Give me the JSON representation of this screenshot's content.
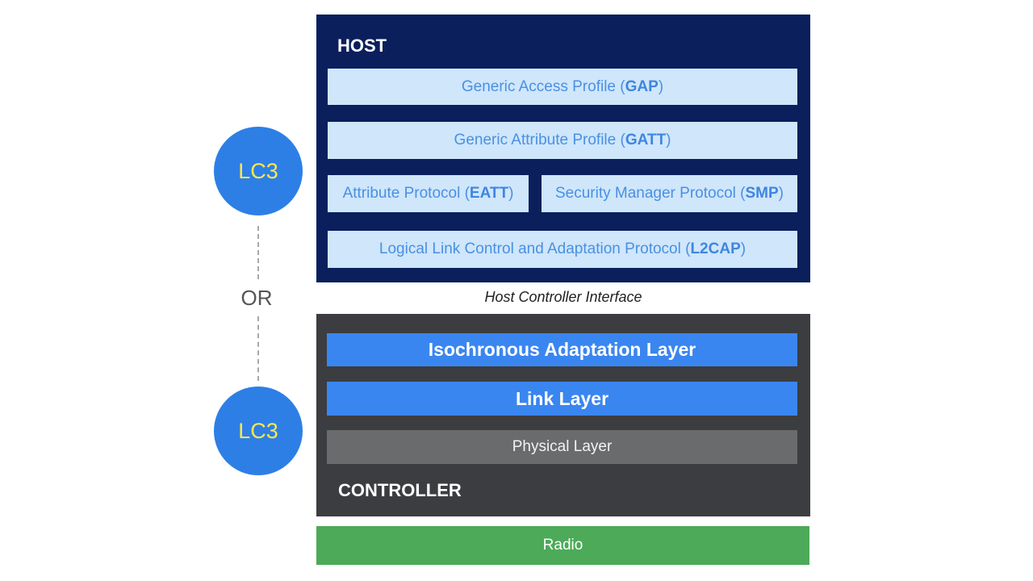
{
  "host": {
    "title": "HOST",
    "protocols": [
      {
        "name": "Generic Access Profile (",
        "abbr": "GAP",
        "close": ")"
      },
      {
        "name": "Generic Attribute Profile (",
        "abbr": "GATT",
        "close": ")"
      },
      {
        "name": "Attribute Protocol (",
        "abbr": "EATT",
        "close": ")"
      },
      {
        "name": "Security Manager Protocol (",
        "abbr": "SMP",
        "close": ")"
      },
      {
        "name": "Logical Link Control and Adaptation Protocol (",
        "abbr": "L2CAP",
        "close": ")"
      }
    ]
  },
  "interface_label": "Host Controller Interface",
  "controller": {
    "title": "CONTROLLER",
    "layers": [
      {
        "label": "Isochronous Adaptation Layer"
      },
      {
        "label": "Link Layer"
      },
      {
        "label": "Physical Layer"
      }
    ]
  },
  "radio_label": "Radio",
  "codec": {
    "top_label": "LC3",
    "bottom_label": "LC3",
    "separator": "OR"
  },
  "colors": {
    "host_bg": "#0a1f5c",
    "protocol_bg": "#cfe6fb",
    "protocol_text": "#4a90e2",
    "controller_bg": "#3c3d40",
    "layer_blue": "#3a86f0",
    "layer_grey": "#6a6b6d",
    "radio_bg": "#4caa58",
    "lc3_circle": "#2d7fe6",
    "lc3_text": "#ffe94a"
  }
}
